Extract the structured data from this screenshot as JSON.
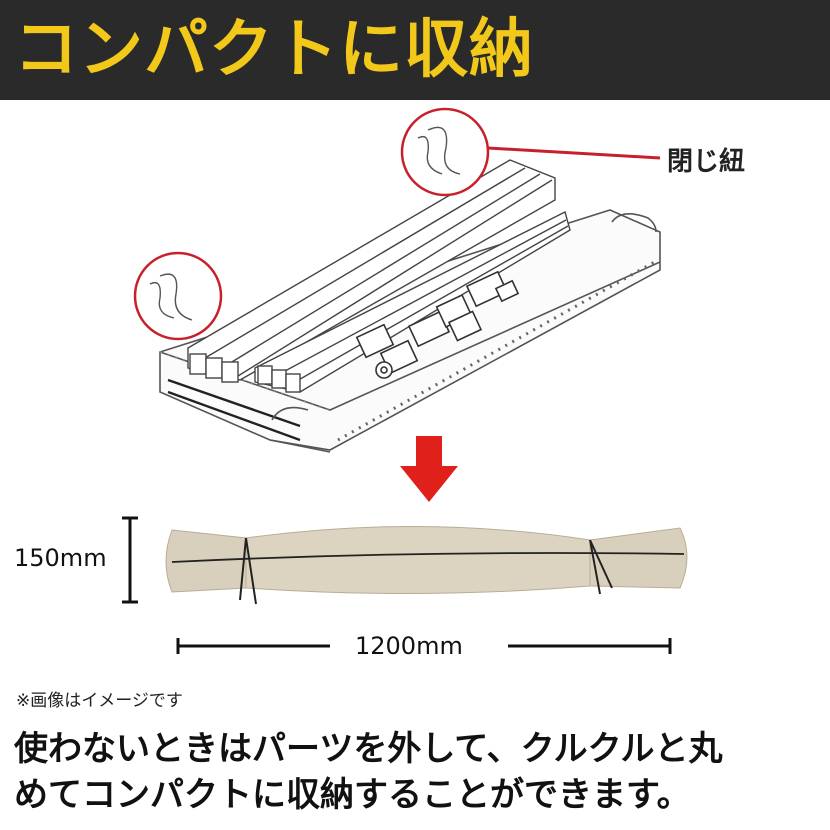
{
  "header": {
    "title": "コンパクトに収納"
  },
  "callout": {
    "label": "閉じ紐"
  },
  "dimensions": {
    "height": "150mm",
    "width": "1200mm"
  },
  "note": "※画像はイメージです",
  "caption": {
    "line1": "使わないときはパーツを外して、クルクルと丸",
    "line2": "めてコンパクトに収納することができます。"
  },
  "colors": {
    "header_bg": "#2a2a2a",
    "header_text": "#f2c81a",
    "callout_circle": "#c8202a",
    "arrow": "#e0201a",
    "bag": "#d8d0bc"
  }
}
